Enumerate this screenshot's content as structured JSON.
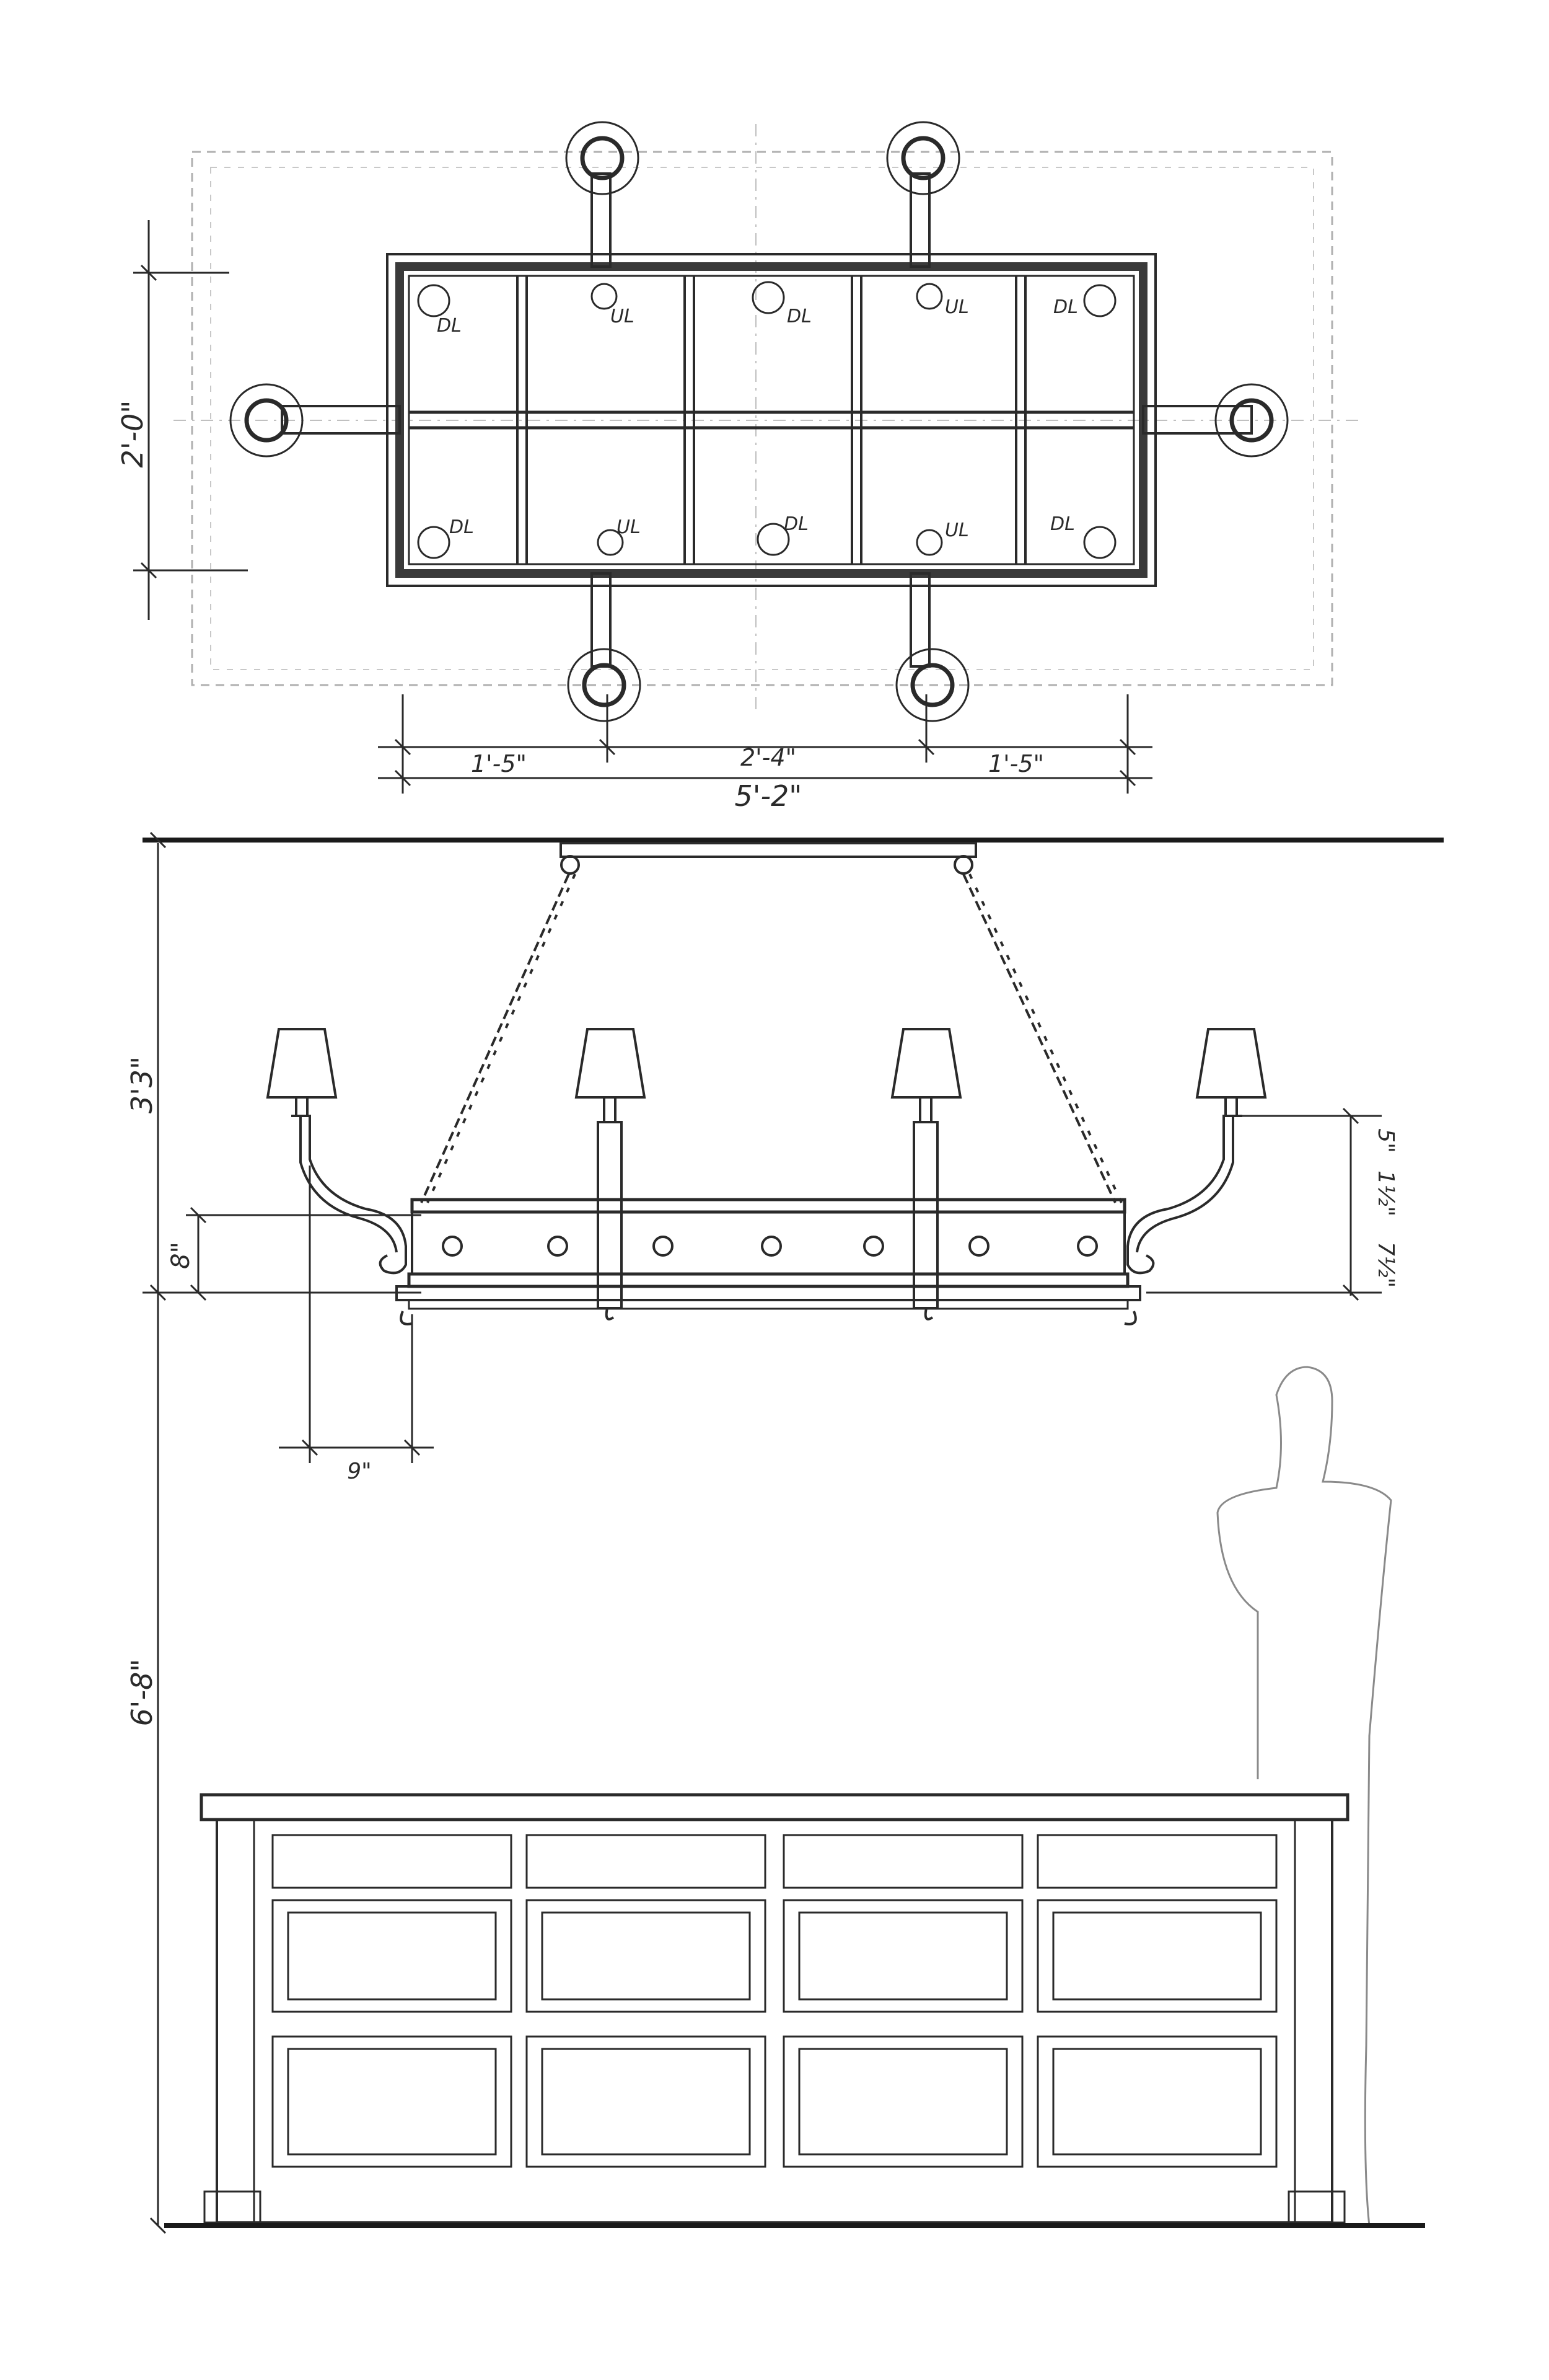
{
  "plan_view": {
    "depth_dim": "2'-0\"",
    "left_dim": "1'-5\"",
    "center_dim": "2'-4\"",
    "right_dim": "1'-5\"",
    "overall_dim": "5'-2\"",
    "downlight_label": "DL",
    "uplight_label": "UL"
  },
  "elevation_view": {
    "drop_dim": "3'3\"",
    "body_height_dim": "8\"",
    "arm_reach_dim": "9\"",
    "right_dim_a": "7½\"",
    "right_dim_b": "1½\"",
    "right_dim_c": "5\"",
    "clearance_dim": "6'-8\""
  },
  "colors": {
    "ink": "#2a2a2a",
    "light_ink": "#9a9a9a",
    "paper": "#ffffff"
  }
}
